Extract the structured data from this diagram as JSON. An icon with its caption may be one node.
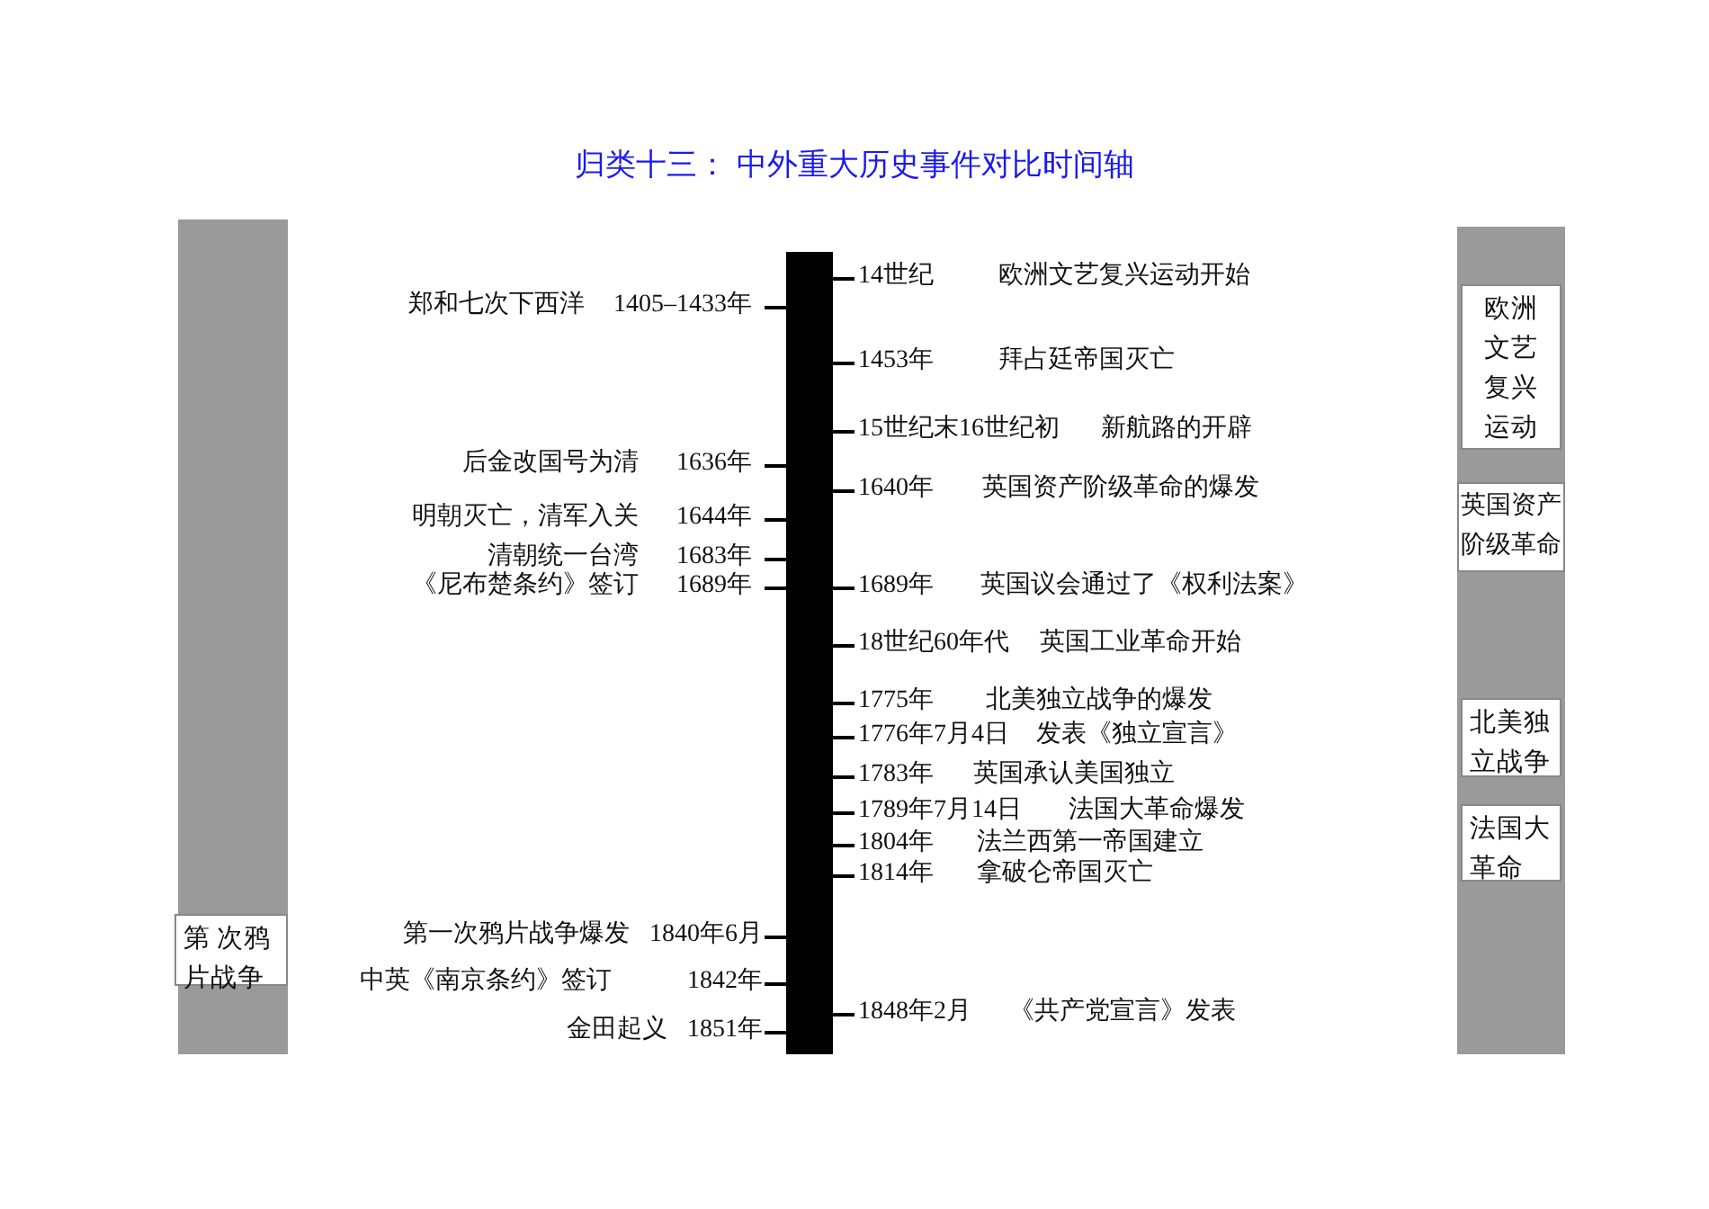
{
  "diagram": {
    "title": "归类十三： 中外重大历史事件对比时间轴",
    "nodes": [
      {
        "text": [],
        "shape": "bar"
      },
      {
        "text": [
          "第 次鸦片战争"
        ],
        "in": 0
      },
      {
        "text": [],
        "shape": "bar"
      },
      {
        "text": [],
        "shape": "bar"
      },
      {
        "text": [
          "欧洲文艺复兴运动"
        ],
        "in": 3
      },
      {
        "text": [
          "英国资产阶级革命"
        ],
        "in": 3
      },
      {
        "text": [
          "北美独立战争"
        ],
        "in": 3
      },
      {
        "text": [
          "法国大革命"
        ],
        "in": 3
      }
    ],
    "labels": [
      "14世纪",
      "欧洲文艺复兴运动开始",
      "郑和七次下西洋",
      "1405–1433年",
      "1453年",
      "拜占廷帝国灭亡",
      "15世纪末16世纪初",
      "新航路的开辟",
      "后金改国号为清",
      "1636年",
      "1640年",
      "英国资产阶级革命的爆发",
      "明朝灭亡，清军入关",
      "1644年",
      "清朝统一台湾",
      "1683年",
      "《尼布楚条约》签订",
      "1689年",
      "1689年",
      "英国议会通过了《权利法案》",
      "18世纪60年代",
      "英国工业革命开始",
      "1775年",
      "北美独立战争的爆发",
      "1776年7月4日",
      "发表《独立宣言》",
      "1783年",
      "英国承认美国独立",
      "1789年7月14日",
      "法国大革命爆发",
      "1804年",
      "法兰西第一帝国建立",
      "1814年",
      "拿破仑帝国灭亡",
      "第一次鸦片战争爆发",
      "1840年6月",
      "中英《南京条约》签订",
      "1842年",
      "1848年2月",
      "《共产党宣言》发表",
      "金田起义",
      "1851年"
    ]
  }
}
